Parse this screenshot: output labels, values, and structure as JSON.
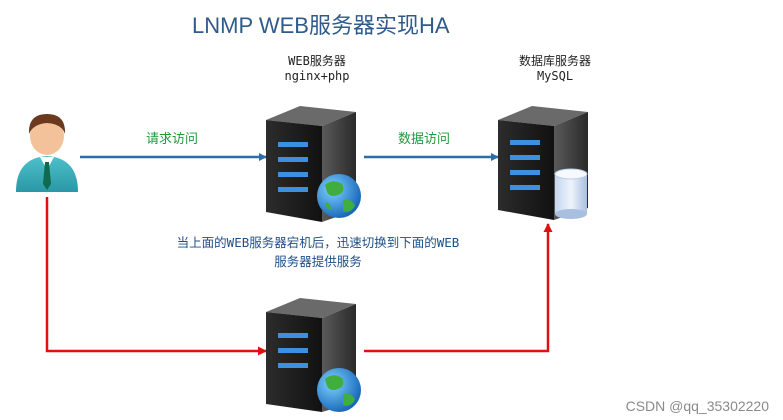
{
  "title": "LNMP WEB服务器实现HA",
  "web_server": {
    "line1": "WEB服务器",
    "line2": "nginx+php"
  },
  "db_server": {
    "line1": "数据库服务器",
    "line2": "MySQL"
  },
  "edges": {
    "request": "请求访问",
    "data": "数据访问"
  },
  "note": {
    "line1": "当上面的WEB服务器宕机后，迅速切换到下面的WEB",
    "line2": "服务器提供服务"
  },
  "watermark": "CSDN @qq_35302220",
  "colors": {
    "primary_arrow": "#2e6da4",
    "backup_arrow": "#e01010",
    "label_green": "#1f9a3a",
    "title": "#2f5b8c"
  },
  "icons": [
    "user-icon",
    "server-icon",
    "globe-icon",
    "database-icon"
  ]
}
